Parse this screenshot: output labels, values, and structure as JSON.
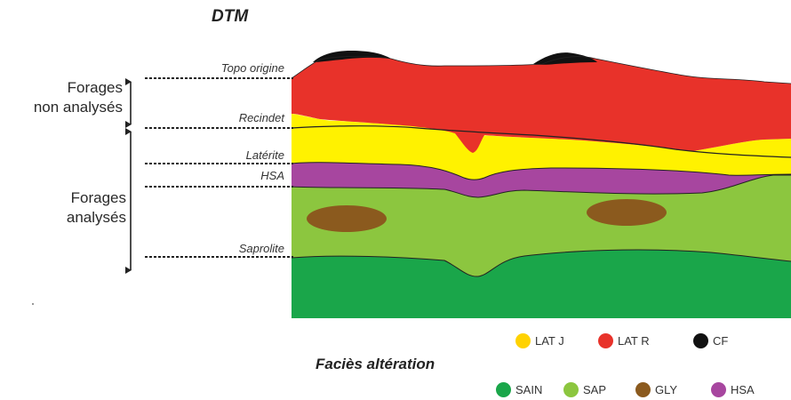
{
  "title": "DTM",
  "groups": {
    "unanalyzed": [
      "Forages",
      "non analysés"
    ],
    "analyzed": [
      "Forages",
      "analysés"
    ]
  },
  "levels": {
    "topo_origine": "Topo origine",
    "recindet": "Recindet",
    "laterite": "Latérite",
    "hsa": "HSA",
    "saprolite": "Saprolite"
  },
  "legend": {
    "title": "Faciès altération",
    "items": [
      {
        "label": "LAT J",
        "color": "#ffd200"
      },
      {
        "label": "LAT R",
        "color": "#e8322a"
      },
      {
        "label": "CF",
        "color": "#111111"
      },
      {
        "label": "SAIN",
        "color": "#1aa64a"
      },
      {
        "label": "SAP",
        "color": "#8cc63f"
      },
      {
        "label": "GLY",
        "color": "#8b5a1e"
      },
      {
        "label": "HSA",
        "color": "#a7469f"
      }
    ]
  },
  "colors": {
    "lat_j": "#fff200",
    "lat_r": "#e8322a",
    "cf": "#111111",
    "sain": "#1aa64a",
    "sap": "#8cc63f",
    "gly": "#8b5a1e",
    "hsa": "#a7469f"
  }
}
